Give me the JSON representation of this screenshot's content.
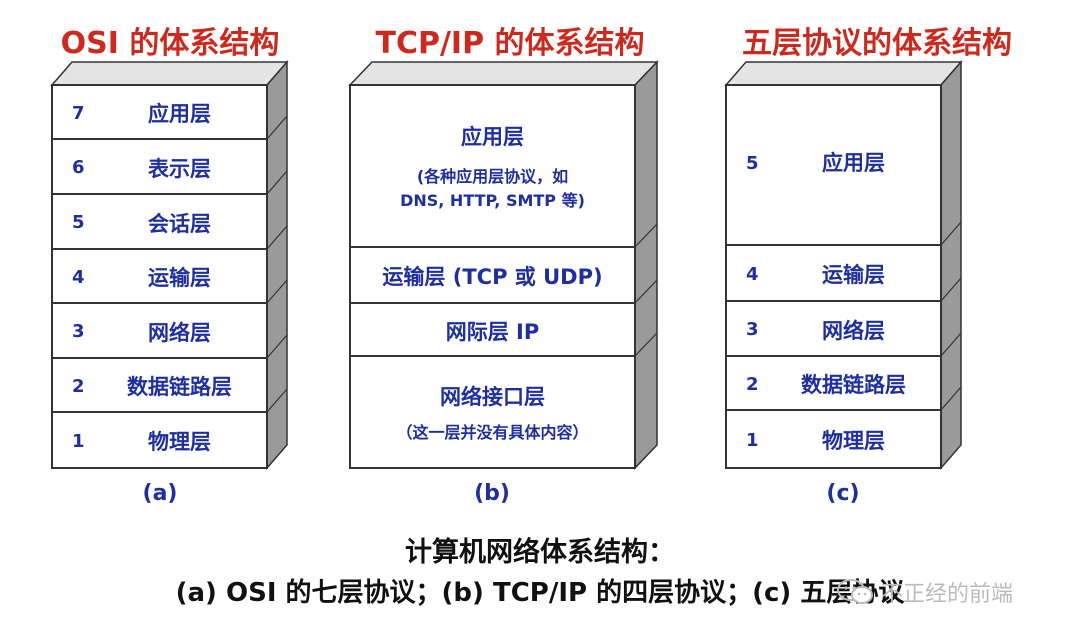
{
  "stacks": [
    {
      "title": "OSI 的体系结构",
      "label": "(a)",
      "layers": [
        {
          "num": "7",
          "name": "应用层"
        },
        {
          "num": "6",
          "name": "表示层"
        },
        {
          "num": "5",
          "name": "会话层"
        },
        {
          "num": "4",
          "name": "运输层"
        },
        {
          "num": "3",
          "name": "网络层"
        },
        {
          "num": "2",
          "name": "数据链路层"
        },
        {
          "num": "1",
          "name": "物理层"
        }
      ]
    },
    {
      "title": "TCP/IP 的体系结构",
      "label": "(b)",
      "layers": [
        {
          "name": "应用层",
          "sub1": "(各种应用层协议，如",
          "sub2": "DNS, HTTP, SMTP 等)"
        },
        {
          "name": "运输层 (TCP 或 UDP)"
        },
        {
          "name": "网际层 IP"
        },
        {
          "name": "网络接口层",
          "sub1": "（这一层并没有具体内容）"
        }
      ]
    },
    {
      "title": "五层协议的体系结构",
      "label": "(c)",
      "layers": [
        {
          "num": "5",
          "name": "应用层"
        },
        {
          "num": "4",
          "name": "运输层"
        },
        {
          "num": "3",
          "name": "网络层"
        },
        {
          "num": "2",
          "name": "数据链路层"
        },
        {
          "num": "1",
          "name": "物理层"
        }
      ]
    }
  ],
  "caption": {
    "line1": "计算机网络体系结构：",
    "line2": "(a) OSI 的七层协议；(b) TCP/IP 的四层协议；(c) 五层协议"
  },
  "watermark": {
    "icon": "chat-bubble-icon",
    "text": "不正经的前端"
  },
  "colors": {
    "title": "#cc2a1f",
    "layer_text": "#1f2f9e",
    "box_front": "#ffffff",
    "box_side": "#9a9a9a",
    "box_top": "#e4e4e4"
  }
}
